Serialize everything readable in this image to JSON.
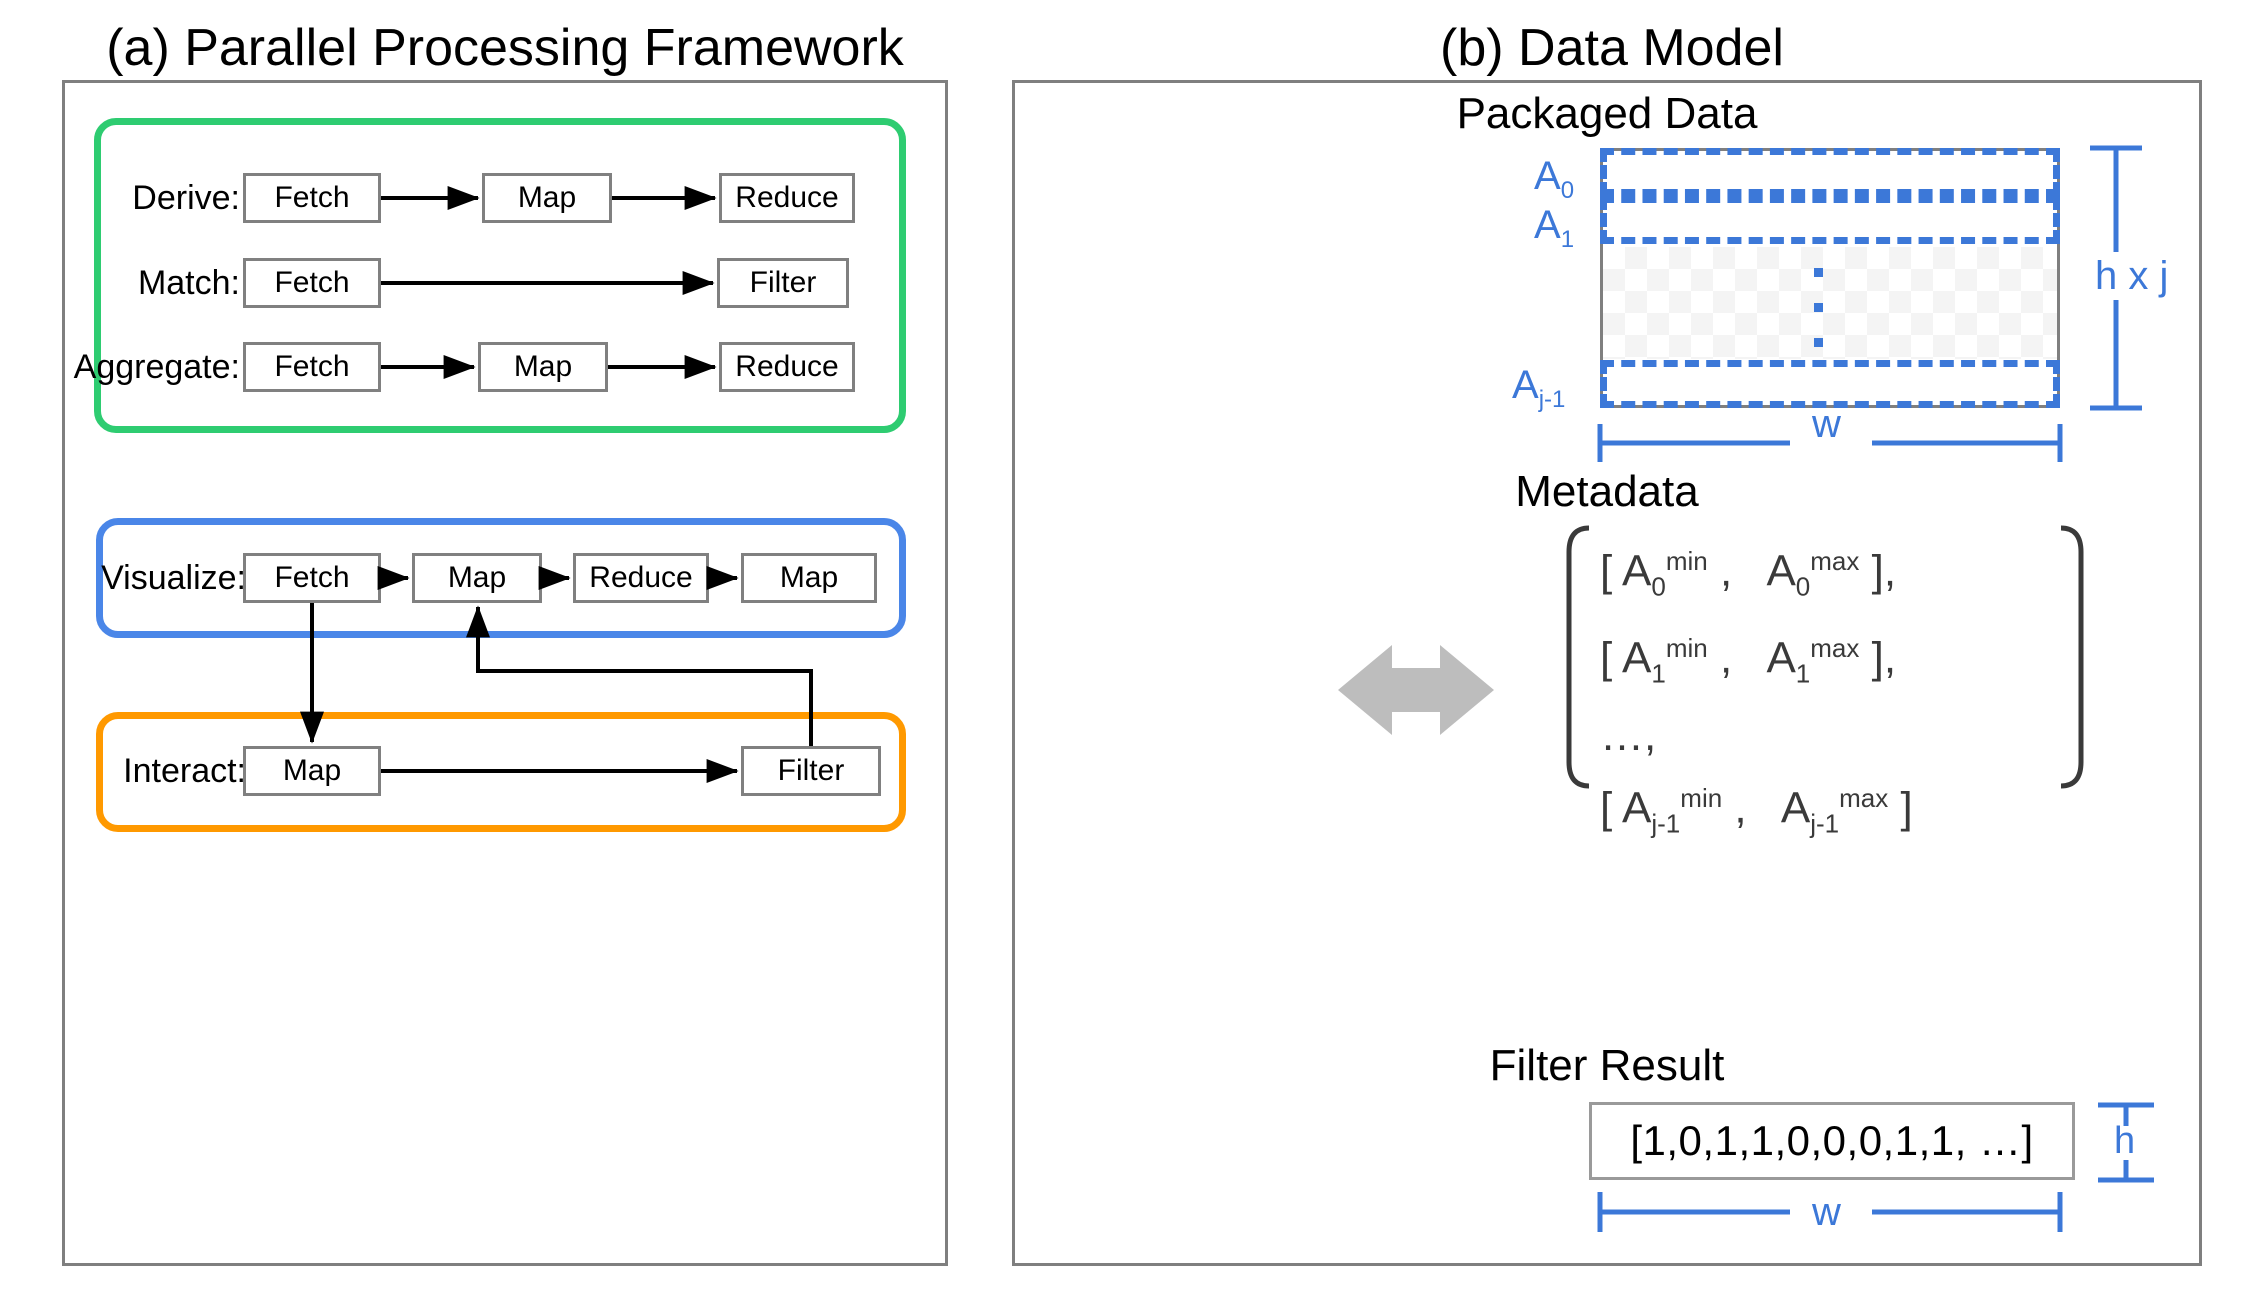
{
  "panels": {
    "left": {
      "title": "(a) Parallel Processing Framework"
    },
    "right": {
      "title": "(b) Data Model"
    }
  },
  "framework": {
    "groups": [
      {
        "name": "analysis-group",
        "color": "#2ecc71",
        "rows": [
          {
            "label": "Derive:",
            "stages": [
              "Fetch",
              "Map",
              "Reduce"
            ]
          },
          {
            "label": "Match:",
            "stages": [
              "Fetch",
              "Filter"
            ]
          },
          {
            "label": "Aggregate:",
            "stages": [
              "Fetch",
              "Map",
              "Reduce"
            ]
          }
        ]
      },
      {
        "name": "visualize-group",
        "color": "#4a86e8",
        "rows": [
          {
            "label": "Visualize:",
            "stages": [
              "Fetch",
              "Map",
              "Reduce",
              "Map"
            ]
          }
        ]
      },
      {
        "name": "interact-group",
        "color": "#ff9900",
        "rows": [
          {
            "label": "Interact:",
            "stages": [
              "Map",
              "Filter"
            ]
          }
        ]
      }
    ],
    "link_icon": "double-headed-arrow"
  },
  "data_model": {
    "packaged_data": {
      "title": "Packaged Data",
      "attributes": [
        "A₀",
        "A₁",
        "Aⱼ₋₁"
      ],
      "attribute_plain": [
        "A0",
        "A1",
        "Aj-1"
      ],
      "height_label": "h x j",
      "width_label": "w",
      "ellipsis": "vertical-dots"
    },
    "metadata": {
      "title": "Metadata",
      "rows": [
        "[ A0min ,  A0max ],",
        "[ A1min ,  A1max ],",
        "...,",
        "[ Aj-1min ,  Aj-1max ]"
      ]
    },
    "filter_result": {
      "title": "Filter Result",
      "value": "[1,0,1,1,0,0,0,1,1, …]",
      "height_label": "h",
      "width_label": "w"
    }
  },
  "colors": {
    "green": "#2ecc71",
    "blue": "#4a86e8",
    "orange": "#ff9900",
    "dim_blue": "#3c78d8",
    "frame_gray": "#7f7f7f",
    "arrow_gray": "#bdbdbd"
  }
}
